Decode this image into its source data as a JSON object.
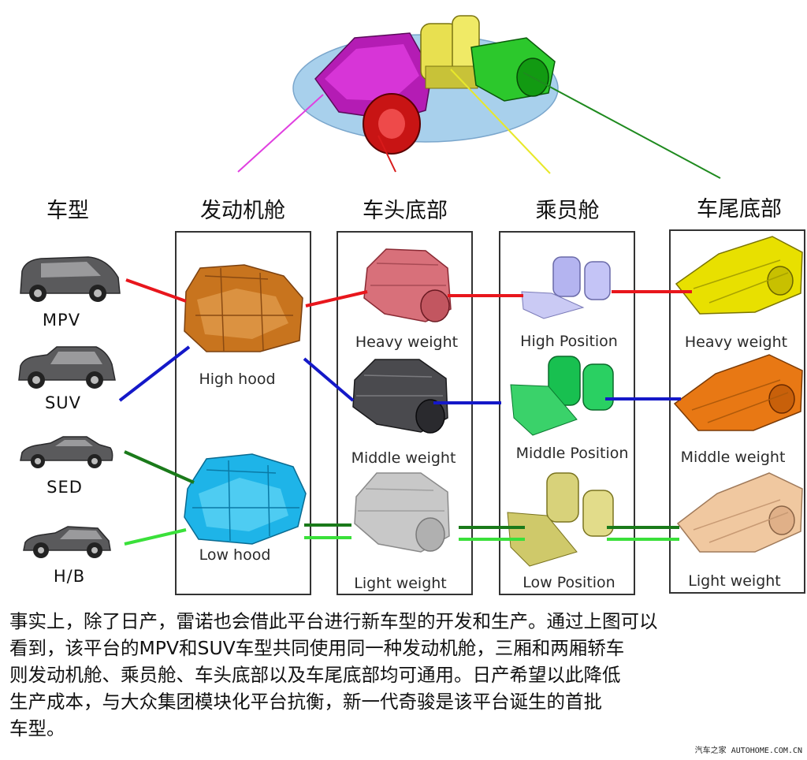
{
  "headers": {
    "vehicle_type": "车型",
    "engine_bay": "发动机舱",
    "front_floor": "车头底部",
    "cabin": "乘员舱",
    "rear_floor": "车尾底部"
  },
  "vehicles": [
    "MPV",
    "SUV",
    "SED",
    "H/B"
  ],
  "engine_labels": {
    "high": "High hood",
    "low": "Low hood"
  },
  "front_labels": {
    "heavy": "Heavy weight",
    "middle": "Middle weight",
    "light": "Light weight"
  },
  "cabin_labels": {
    "high": "High Position",
    "middle": "Middle Position",
    "low": "Low Position"
  },
  "rear_labels": {
    "heavy": "Heavy weight",
    "middle": "Middle weight",
    "light": "Light weight"
  },
  "paragraph": "事实上，除了日产，雷诺也会借此平台进行新车型的开发和生产。通过上图可以\n看到，该平台的MPV和SUV车型共同使用同一种发动机舱，三厢和两厢轿车\n则发动机舱、乘员舱、车头底部以及车尾底部均可通用。日产希望以此降低\n生产成本，与大众集团模块化平台抗衡，新一代奇骏是该平台诞生的首批\n车型。",
  "watermark": "汽车之家 AUTOHOME.COM.CN",
  "colors": {
    "mpv_line": "#e8161c",
    "suv_line": "#1418c8",
    "sed_line": "#1a7a1a",
    "hb_line": "#3ae03a",
    "engine_high": "#c8741e",
    "engine_low": "#1eb4e8",
    "front_heavy": "#d8707a",
    "front_middle": "#4a4a4e",
    "front_light": "#c8c8c8",
    "cabin_high": "#b4b4f0",
    "cabin_middle": "#18c050",
    "cabin_low": "#d8d27a",
    "rear_heavy": "#e8e000",
    "rear_middle": "#e87814",
    "rear_light": "#f0c8a0"
  }
}
